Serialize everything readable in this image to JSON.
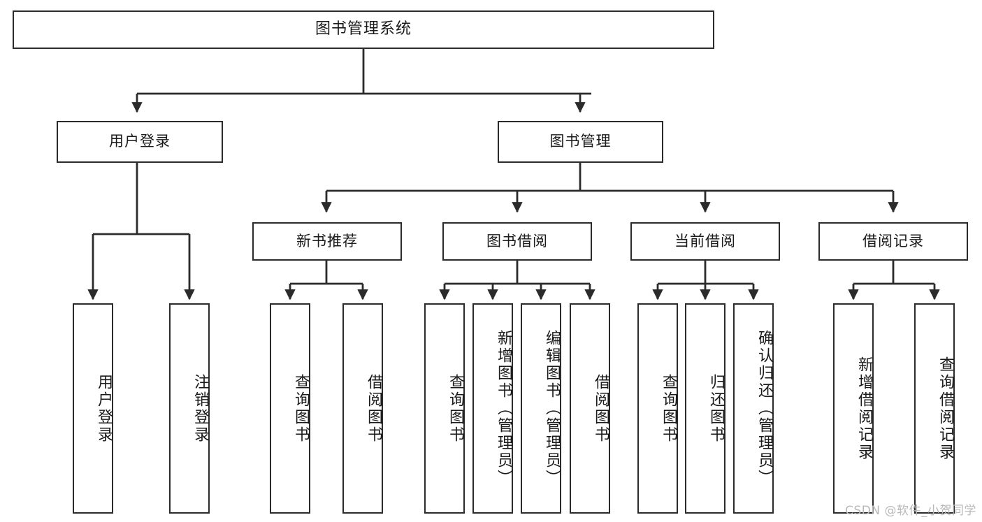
{
  "diagram": {
    "title": "图书管理系统",
    "type": "tree",
    "stroke_color": "#2b2b2b",
    "fill_color": "#ffffff",
    "background_color": "#ffffff"
  },
  "nodes": {
    "root": {
      "label": "图书管理系统",
      "level": 1
    },
    "l2": [
      {
        "id": "user_login",
        "label": "用户登录"
      },
      {
        "id": "book_manage",
        "label": "图书管理"
      }
    ],
    "l3": [
      {
        "id": "new_book_rec",
        "label": "新书推荐"
      },
      {
        "id": "book_borrow",
        "label": "图书借阅"
      },
      {
        "id": "current_borrow",
        "label": "当前借阅"
      },
      {
        "id": "borrow_record",
        "label": "借阅记录"
      }
    ],
    "leaves": [
      {
        "id": "leaf_user_login",
        "label": "用户登录",
        "parent": "user_login"
      },
      {
        "id": "leaf_user_logout",
        "label": "注销登录",
        "parent": "user_login"
      },
      {
        "id": "leaf_query_book_1",
        "label": "查询图书",
        "parent": "new_book_rec"
      },
      {
        "id": "leaf_borrow_book_1",
        "label": "借阅图书",
        "parent": "new_book_rec"
      },
      {
        "id": "leaf_query_book_2",
        "label": "查询图书",
        "parent": "book_borrow"
      },
      {
        "id": "leaf_add_book",
        "label": "新增图书（管理员）",
        "parent": "book_borrow"
      },
      {
        "id": "leaf_edit_book",
        "label": "编辑图书（管理员）",
        "parent": "book_borrow"
      },
      {
        "id": "leaf_borrow_book_2",
        "label": "借阅图书",
        "parent": "book_borrow"
      },
      {
        "id": "leaf_query_book_3",
        "label": "查询图书",
        "parent": "current_borrow"
      },
      {
        "id": "leaf_return_book",
        "label": "归还图书",
        "parent": "current_borrow"
      },
      {
        "id": "leaf_confirm_return",
        "label": "确认归还（管理员）",
        "parent": "current_borrow"
      },
      {
        "id": "leaf_add_record",
        "label": "新增借阅记录",
        "parent": "borrow_record"
      },
      {
        "id": "leaf_query_record",
        "label": "查询借阅记录",
        "parent": "borrow_record"
      }
    ]
  },
  "watermark": {
    "text": "CSDN @软件_小贺同学"
  }
}
